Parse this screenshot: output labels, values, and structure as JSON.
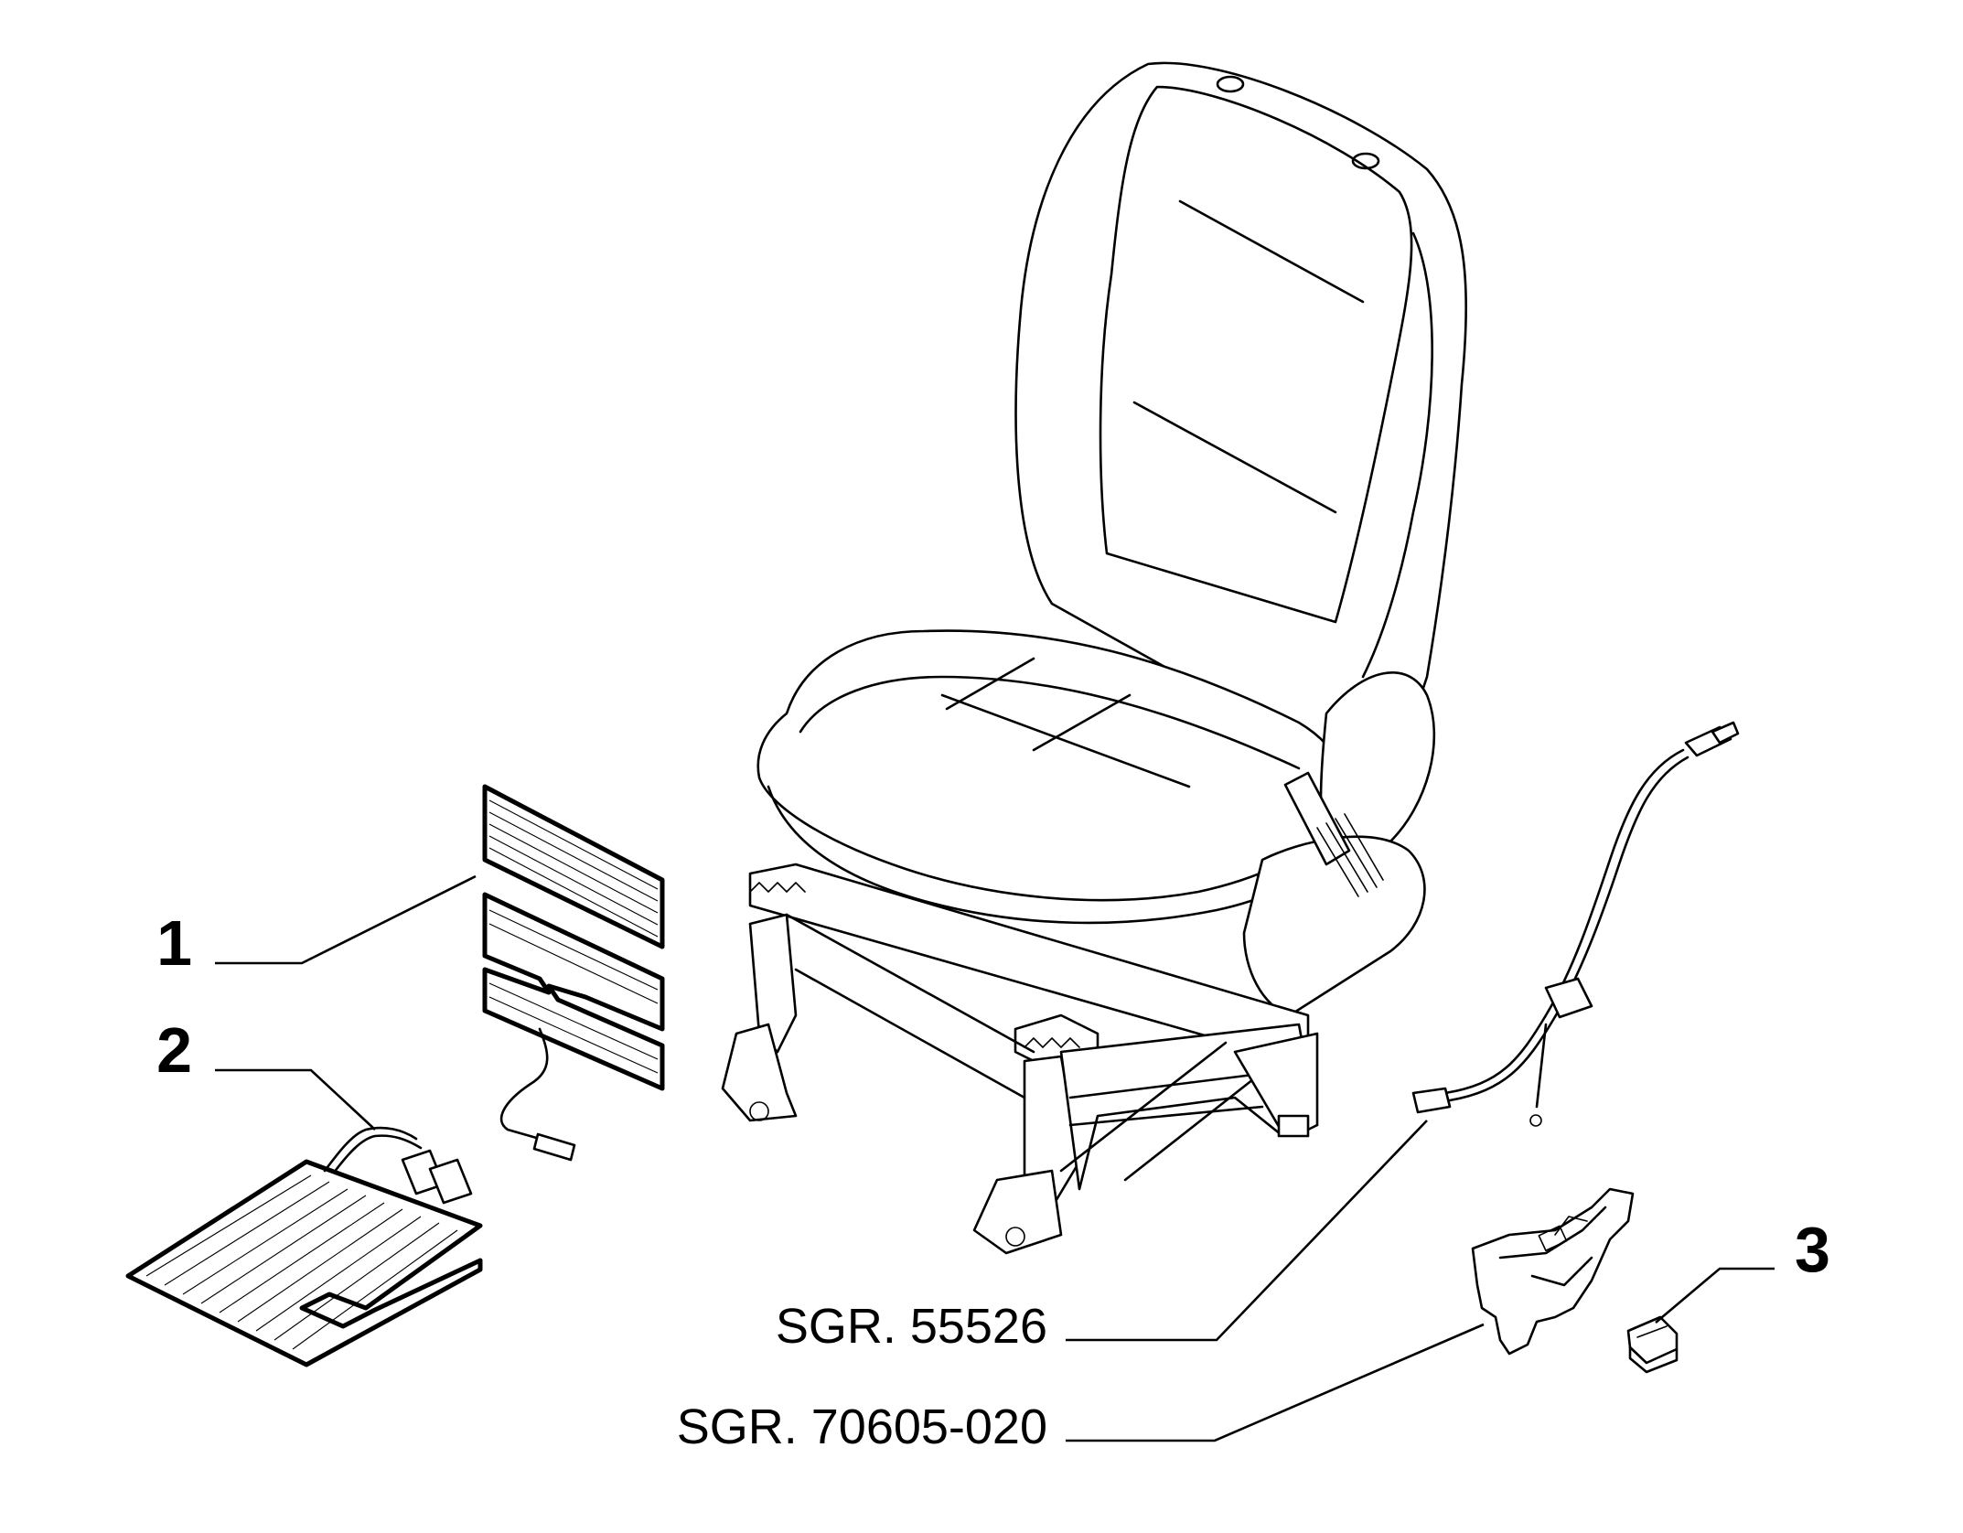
{
  "callouts": [
    {
      "id": "1",
      "label": "1"
    },
    {
      "id": "2",
      "label": "2"
    },
    {
      "id": "3",
      "label": "3"
    }
  ],
  "references": [
    {
      "id": "sgr-55526",
      "label": "SGR. 55526"
    },
    {
      "id": "sgr-70605-020",
      "label": "SGR. 70605-020"
    }
  ],
  "colors": {
    "ink": "#000000",
    "paper": "#ffffff"
  }
}
